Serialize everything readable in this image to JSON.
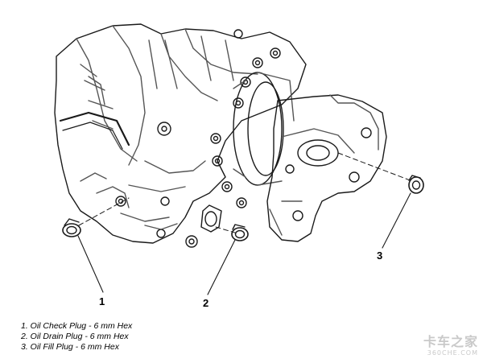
{
  "callouts": [
    {
      "number": "1",
      "text": "1. Oil Check Plug - 6 mm Hex"
    },
    {
      "number": "2",
      "text": "2. Oil Drain Plug - 6 mm Hex"
    },
    {
      "number": "3",
      "text": "3. Oil Fill Plug - 6 mm Hex"
    }
  ],
  "watermark": {
    "main": "卡车之家",
    "sub": "360CHE.COM"
  },
  "colors": {
    "line": "#1a1a1a",
    "light_line": "#555555",
    "background": "#ffffff"
  }
}
